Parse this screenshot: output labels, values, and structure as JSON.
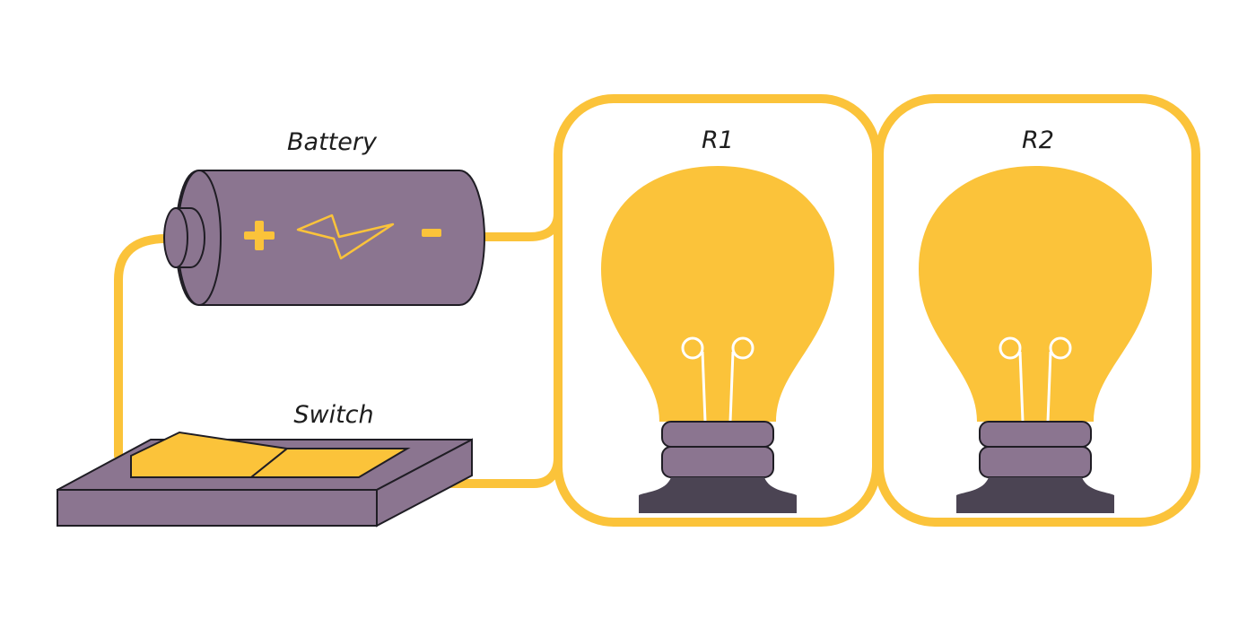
{
  "labels": {
    "battery": "Battery",
    "switch": "Switch",
    "r1": "R1",
    "r2": "R2"
  },
  "battery_symbols": {
    "plus": "+",
    "minus": "-"
  },
  "colors": {
    "wire": "#fbc33a",
    "bulb": "#fbc33a",
    "body_purple": "#8b7590",
    "dark_purple": "#4b4453",
    "outline": "#1f1d24",
    "filament": "#ffffff"
  }
}
